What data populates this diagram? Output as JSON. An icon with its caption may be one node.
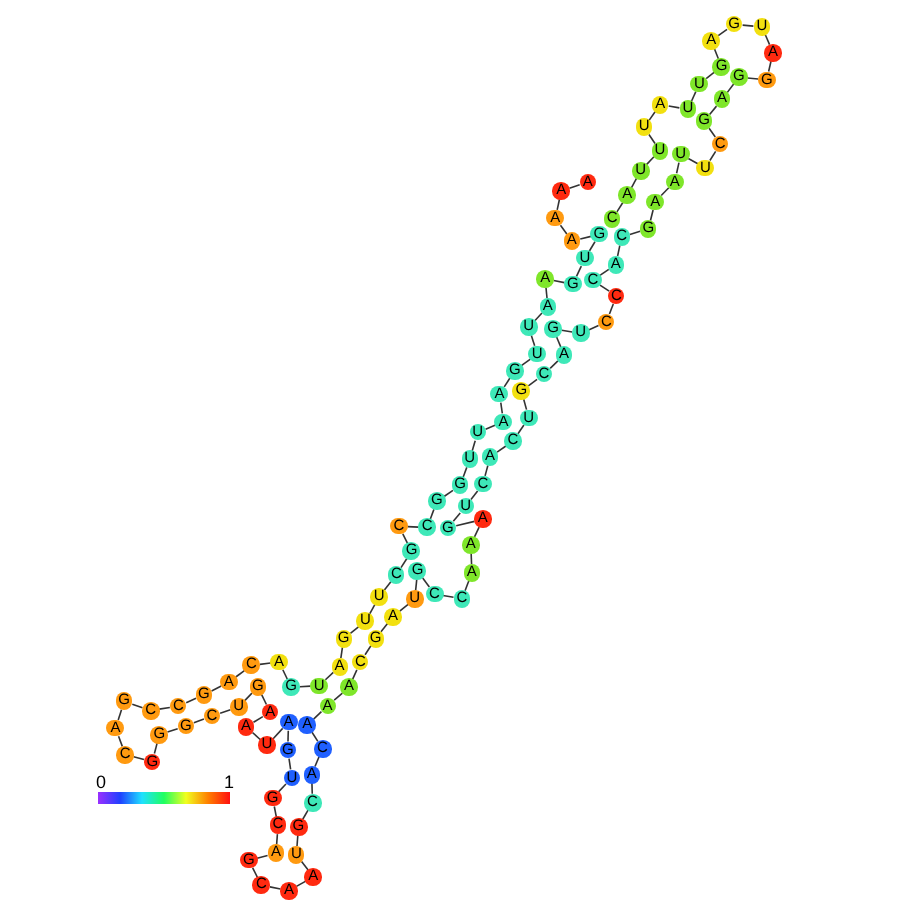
{
  "diagram": {
    "nodes": [
      {
        "text": [
          "A"
        ]
      },
      {
        "text": [
          "A"
        ]
      },
      {
        "text": [
          "A"
        ]
      },
      {
        "text": [
          "A"
        ]
      },
      {
        "text": [
          "G"
        ]
      },
      {
        "text": [
          "U"
        ]
      },
      {
        "text": [
          "G"
        ]
      },
      {
        "text": [
          "A"
        ]
      },
      {
        "text": [
          "A"
        ]
      },
      {
        "text": [
          "U"
        ]
      },
      {
        "text": [
          "U"
        ]
      },
      {
        "text": [
          "G"
        ]
      },
      {
        "text": [
          "A"
        ]
      },
      {
        "text": [
          "A"
        ]
      },
      {
        "text": [
          "U"
        ]
      },
      {
        "text": [
          "U"
        ]
      },
      {
        "text": [
          "G"
        ]
      },
      {
        "text": [
          "G"
        ]
      },
      {
        "text": [
          "C"
        ]
      },
      {
        "text": [
          "C"
        ]
      },
      {
        "text": [
          "G"
        ]
      },
      {
        "text": [
          "C"
        ]
      },
      {
        "text": [
          "U"
        ]
      },
      {
        "text": [
          "U"
        ]
      },
      {
        "text": [
          "G"
        ]
      },
      {
        "text": [
          "A"
        ]
      },
      {
        "text": [
          "U"
        ]
      },
      {
        "text": [
          "G"
        ]
      },
      {
        "text": [
          "A"
        ]
      },
      {
        "text": [
          "C"
        ]
      },
      {
        "text": [
          "A"
        ]
      },
      {
        "text": [
          "G"
        ]
      },
      {
        "text": [
          "C"
        ]
      },
      {
        "text": [
          "C"
        ]
      },
      {
        "text": [
          "G"
        ]
      },
      {
        "text": [
          "A"
        ]
      },
      {
        "text": [
          "C"
        ]
      },
      {
        "text": [
          "G"
        ]
      },
      {
        "text": [
          "G"
        ]
      },
      {
        "text": [
          "G"
        ]
      },
      {
        "text": [
          "C"
        ]
      },
      {
        "text": [
          "U"
        ]
      },
      {
        "text": [
          "G"
        ]
      },
      {
        "text": [
          "A"
        ]
      },
      {
        "text": [
          "A"
        ]
      },
      {
        "text": [
          "U"
        ]
      },
      {
        "text": [
          "A"
        ]
      },
      {
        "text": [
          "G"
        ]
      },
      {
        "text": [
          "U"
        ]
      },
      {
        "text": [
          "G"
        ]
      },
      {
        "text": [
          "C"
        ]
      },
      {
        "text": [
          "A"
        ]
      },
      {
        "text": [
          "G"
        ]
      },
      {
        "text": [
          "C"
        ]
      },
      {
        "text": [
          "A"
        ]
      },
      {
        "text": [
          "A"
        ]
      },
      {
        "text": [
          "U"
        ]
      },
      {
        "text": [
          "G"
        ]
      },
      {
        "text": [
          "C"
        ]
      },
      {
        "text": [
          "A"
        ]
      },
      {
        "text": [
          "C"
        ]
      },
      {
        "text": [
          "A"
        ]
      },
      {
        "text": [
          "A"
        ]
      },
      {
        "text": [
          "A"
        ]
      },
      {
        "text": [
          "C"
        ]
      },
      {
        "text": [
          "G"
        ]
      },
      {
        "text": [
          "A"
        ]
      },
      {
        "text": [
          "U"
        ]
      },
      {
        "text": [
          "G"
        ]
      },
      {
        "text": [
          "C"
        ]
      },
      {
        "text": [
          "C"
        ]
      },
      {
        "text": [
          "A"
        ]
      },
      {
        "text": [
          "A"
        ]
      },
      {
        "text": [
          "A"
        ]
      },
      {
        "text": [
          "G"
        ]
      },
      {
        "text": [
          "U"
        ]
      },
      {
        "text": [
          "C"
        ]
      },
      {
        "text": [
          "A"
        ]
      },
      {
        "text": [
          "C"
        ]
      },
      {
        "text": [
          "U"
        ]
      },
      {
        "text": [
          "G"
        ]
      },
      {
        "text": [
          "C"
        ]
      },
      {
        "text": [
          "A"
        ]
      },
      {
        "text": [
          "G"
        ]
      },
      {
        "text": [
          "U"
        ]
      },
      {
        "text": [
          "C"
        ]
      },
      {
        "text": [
          "C"
        ]
      },
      {
        "text": [
          "C"
        ]
      },
      {
        "text": [
          "A"
        ]
      },
      {
        "text": [
          "C"
        ]
      },
      {
        "text": [
          "G"
        ]
      },
      {
        "text": [
          "A"
        ]
      },
      {
        "text": [
          "A"
        ]
      },
      {
        "text": [
          "U"
        ]
      },
      {
        "text": [
          "U"
        ]
      },
      {
        "text": [
          "C"
        ]
      },
      {
        "text": [
          "G"
        ]
      },
      {
        "text": [
          "A"
        ]
      },
      {
        "text": [
          "G"
        ]
      },
      {
        "text": [
          "G"
        ]
      },
      {
        "text": [
          "A"
        ]
      },
      {
        "text": [
          "U"
        ]
      },
      {
        "text": [
          "G"
        ]
      },
      {
        "text": [
          "A"
        ]
      },
      {
        "text": [
          "G"
        ]
      },
      {
        "text": [
          "U"
        ]
      },
      {
        "text": [
          "U"
        ]
      },
      {
        "text": [
          "A"
        ]
      },
      {
        "text": [
          "U"
        ]
      },
      {
        "text": [
          "U"
        ]
      },
      {
        "text": [
          "U"
        ]
      },
      {
        "text": [
          "A"
        ]
      },
      {
        "text": [
          "C"
        ]
      }
    ],
    "edges": [
      {
        "from": 0,
        "to": 1,
        "arrow": "none"
      },
      {
        "from": 1,
        "to": 2,
        "arrow": "none"
      },
      {
        "from": 2,
        "to": 3,
        "arrow": "none"
      },
      {
        "from": 3,
        "to": 4,
        "arrow": "none"
      },
      {
        "from": 4,
        "to": 5,
        "arrow": "none"
      },
      {
        "from": 5,
        "to": 6,
        "arrow": "none"
      },
      {
        "from": 6,
        "to": 7,
        "arrow": "none"
      },
      {
        "from": 7,
        "to": 8,
        "arrow": "none"
      },
      {
        "from": 8,
        "to": 9,
        "arrow": "none"
      },
      {
        "from": 9,
        "to": 10,
        "arrow": "none"
      },
      {
        "from": 10,
        "to": 11,
        "arrow": "none"
      },
      {
        "from": 11,
        "to": 12,
        "arrow": "none"
      },
      {
        "from": 12,
        "to": 13,
        "arrow": "none"
      },
      {
        "from": 13,
        "to": 14,
        "arrow": "none"
      },
      {
        "from": 14,
        "to": 15,
        "arrow": "none"
      },
      {
        "from": 15,
        "to": 16,
        "arrow": "none"
      },
      {
        "from": 16,
        "to": 17,
        "arrow": "none"
      },
      {
        "from": 17,
        "to": 18,
        "arrow": "none"
      },
      {
        "from": 18,
        "to": 19,
        "arrow": "none"
      },
      {
        "from": 19,
        "to": 20,
        "arrow": "none"
      },
      {
        "from": 20,
        "to": 21,
        "arrow": "none"
      },
      {
        "from": 21,
        "to": 22,
        "arrow": "none"
      },
      {
        "from": 22,
        "to": 23,
        "arrow": "none"
      },
      {
        "from": 23,
        "to": 24,
        "arrow": "none"
      },
      {
        "from": 24,
        "to": 25,
        "arrow": "none"
      },
      {
        "from": 25,
        "to": 26,
        "arrow": "none"
      },
      {
        "from": 26,
        "to": 27,
        "arrow": "none"
      },
      {
        "from": 27,
        "to": 28,
        "arrow": "none"
      },
      {
        "from": 28,
        "to": 29,
        "arrow": "none"
      },
      {
        "from": 29,
        "to": 30,
        "arrow": "none"
      },
      {
        "from": 30,
        "to": 31,
        "arrow": "none"
      },
      {
        "from": 31,
        "to": 32,
        "arrow": "none"
      },
      {
        "from": 32,
        "to": 33,
        "arrow": "none"
      },
      {
        "from": 33,
        "to": 34,
        "arrow": "none"
      },
      {
        "from": 34,
        "to": 35,
        "arrow": "none"
      },
      {
        "from": 35,
        "to": 36,
        "arrow": "none"
      },
      {
        "from": 36,
        "to": 37,
        "arrow": "none"
      },
      {
        "from": 37,
        "to": 38,
        "arrow": "none"
      },
      {
        "from": 38,
        "to": 39,
        "arrow": "none"
      },
      {
        "from": 39,
        "to": 40,
        "arrow": "none"
      },
      {
        "from": 40,
        "to": 41,
        "arrow": "none"
      },
      {
        "from": 41,
        "to": 42,
        "arrow": "none"
      },
      {
        "from": 42,
        "to": 43,
        "arrow": "none"
      },
      {
        "from": 43,
        "to": 44,
        "arrow": "none"
      },
      {
        "from": 44,
        "to": 45,
        "arrow": "none"
      },
      {
        "from": 45,
        "to": 46,
        "arrow": "none"
      },
      {
        "from": 46,
        "to": 47,
        "arrow": "none"
      },
      {
        "from": 47,
        "to": 48,
        "arrow": "none"
      },
      {
        "from": 48,
        "to": 49,
        "arrow": "none"
      },
      {
        "from": 49,
        "to": 50,
        "arrow": "none"
      },
      {
        "from": 50,
        "to": 51,
        "arrow": "none"
      },
      {
        "from": 51,
        "to": 52,
        "arrow": "none"
      },
      {
        "from": 52,
        "to": 53,
        "arrow": "none"
      },
      {
        "from": 53,
        "to": 54,
        "arrow": "none"
      },
      {
        "from": 54,
        "to": 55,
        "arrow": "none"
      },
      {
        "from": 55,
        "to": 56,
        "arrow": "none"
      },
      {
        "from": 56,
        "to": 57,
        "arrow": "none"
      },
      {
        "from": 57,
        "to": 58,
        "arrow": "none"
      },
      {
        "from": 58,
        "to": 59,
        "arrow": "none"
      },
      {
        "from": 59,
        "to": 60,
        "arrow": "none"
      },
      {
        "from": 60,
        "to": 61,
        "arrow": "none"
      },
      {
        "from": 61,
        "to": 62,
        "arrow": "none"
      },
      {
        "from": 62,
        "to": 63,
        "arrow": "none"
      },
      {
        "from": 63,
        "to": 64,
        "arrow": "none"
      },
      {
        "from": 64,
        "to": 65,
        "arrow": "none"
      },
      {
        "from": 65,
        "to": 66,
        "arrow": "none"
      },
      {
        "from": 66,
        "to": 67,
        "arrow": "none"
      },
      {
        "from": 67,
        "to": 68,
        "arrow": "none"
      },
      {
        "from": 68,
        "to": 69,
        "arrow": "none"
      },
      {
        "from": 69,
        "to": 70,
        "arrow": "none"
      },
      {
        "from": 70,
        "to": 71,
        "arrow": "none"
      },
      {
        "from": 71,
        "to": 72,
        "arrow": "none"
      },
      {
        "from": 72,
        "to": 73,
        "arrow": "none"
      },
      {
        "from": 73,
        "to": 74,
        "arrow": "none"
      },
      {
        "from": 74,
        "to": 75,
        "arrow": "none"
      },
      {
        "from": 75,
        "to": 76,
        "arrow": "none"
      },
      {
        "from": 76,
        "to": 77,
        "arrow": "none"
      },
      {
        "from": 77,
        "to": 78,
        "arrow": "none"
      },
      {
        "from": 78,
        "to": 79,
        "arrow": "none"
      },
      {
        "from": 79,
        "to": 80,
        "arrow": "none"
      },
      {
        "from": 80,
        "to": 81,
        "arrow": "none"
      },
      {
        "from": 81,
        "to": 82,
        "arrow": "none"
      },
      {
        "from": 82,
        "to": 83,
        "arrow": "none"
      },
      {
        "from": 83,
        "to": 84,
        "arrow": "none"
      },
      {
        "from": 84,
        "to": 85,
        "arrow": "none"
      },
      {
        "from": 85,
        "to": 86,
        "arrow": "none"
      },
      {
        "from": 86,
        "to": 87,
        "arrow": "none"
      },
      {
        "from": 87,
        "to": 88,
        "arrow": "none"
      },
      {
        "from": 88,
        "to": 89,
        "arrow": "none"
      },
      {
        "from": 89,
        "to": 90,
        "arrow": "none"
      },
      {
        "from": 90,
        "to": 91,
        "arrow": "none"
      },
      {
        "from": 91,
        "to": 92,
        "arrow": "none"
      },
      {
        "from": 92,
        "to": 93,
        "arrow": "none"
      },
      {
        "from": 93,
        "to": 94,
        "arrow": "none"
      },
      {
        "from": 94,
        "to": 95,
        "arrow": "none"
      },
      {
        "from": 95,
        "to": 96,
        "arrow": "none"
      },
      {
        "from": 96,
        "to": 97,
        "arrow": "none"
      },
      {
        "from": 97,
        "to": 98,
        "arrow": "none"
      },
      {
        "from": 98,
        "to": 99,
        "arrow": "none"
      },
      {
        "from": 99,
        "to": 100,
        "arrow": "none"
      },
      {
        "from": 100,
        "to": 101,
        "arrow": "none"
      },
      {
        "from": 101,
        "to": 102,
        "arrow": "none"
      },
      {
        "from": 102,
        "to": 103,
        "arrow": "none"
      },
      {
        "from": 103,
        "to": 104,
        "arrow": "none"
      },
      {
        "from": 104,
        "to": 105,
        "arrow": "none"
      },
      {
        "from": 105,
        "to": 106,
        "arrow": "none"
      },
      {
        "from": 106,
        "to": 107,
        "arrow": "none"
      },
      {
        "from": 107,
        "to": 108,
        "arrow": "none"
      },
      {
        "from": 108,
        "to": 109,
        "arrow": "none"
      },
      {
        "from": 109,
        "to": 110,
        "arrow": "none"
      },
      {
        "from": 110,
        "to": 111,
        "arrow": "none"
      },
      {
        "from": 111,
        "to": 112,
        "arrow": "none"
      }
    ],
    "labels": [
      "0",
      "1"
    ]
  }
}
